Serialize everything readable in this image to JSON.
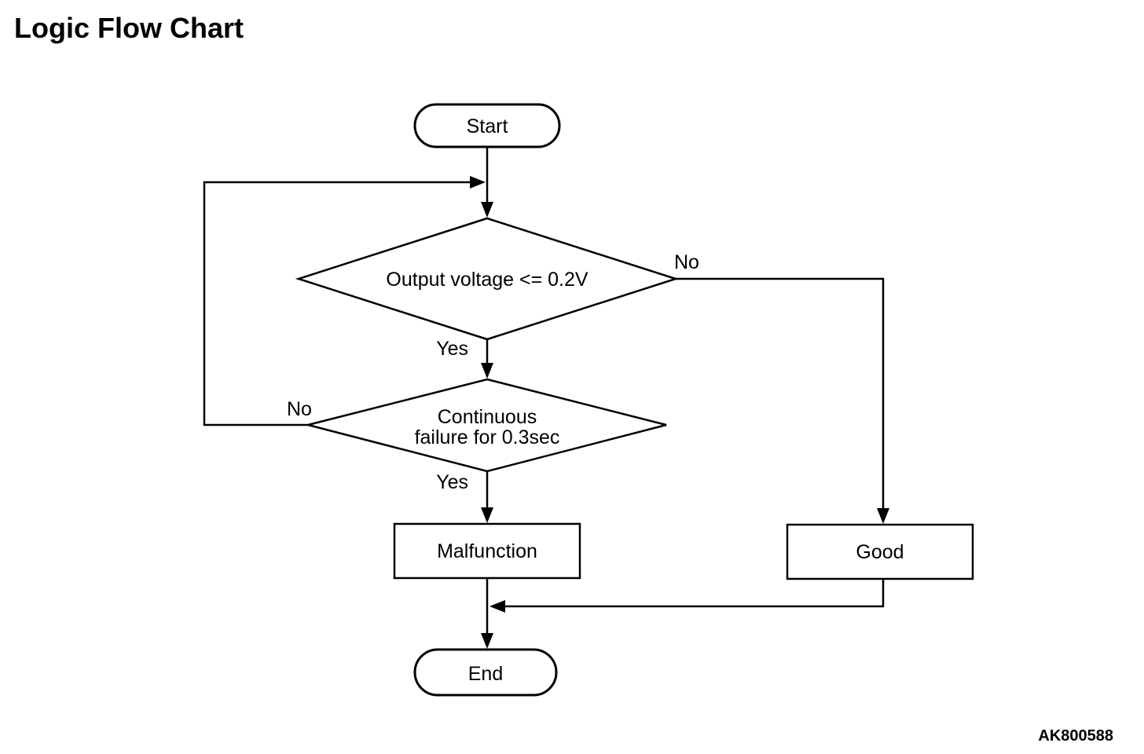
{
  "page": {
    "title": "Logic Flow Chart",
    "figure_code": "AK800588",
    "background_color": "#ffffff",
    "line_color": "#000000"
  },
  "flowchart": {
    "nodes": {
      "start": {
        "type": "terminator",
        "label": "Start"
      },
      "decision1": {
        "type": "decision",
        "label": "Output voltage <= 0.2V"
      },
      "decision2": {
        "type": "decision",
        "label_lines": [
          "Continuous",
          "failure for 0.3sec"
        ]
      },
      "malfunction": {
        "type": "process",
        "label": "Malfunction"
      },
      "good": {
        "type": "process",
        "label": "Good"
      },
      "end": {
        "type": "terminator",
        "label": "End"
      }
    },
    "edges": {
      "start_to_decision1": {
        "label": ""
      },
      "decision1_no": {
        "label": "No",
        "target": "good"
      },
      "decision1_yes": {
        "label": "Yes",
        "target": "decision2"
      },
      "decision2_no": {
        "label": "No",
        "target": "decision1"
      },
      "decision2_yes": {
        "label": "Yes",
        "target": "malfunction"
      },
      "malfunction_to_end": {
        "label": ""
      },
      "good_to_end": {
        "label": ""
      }
    }
  }
}
